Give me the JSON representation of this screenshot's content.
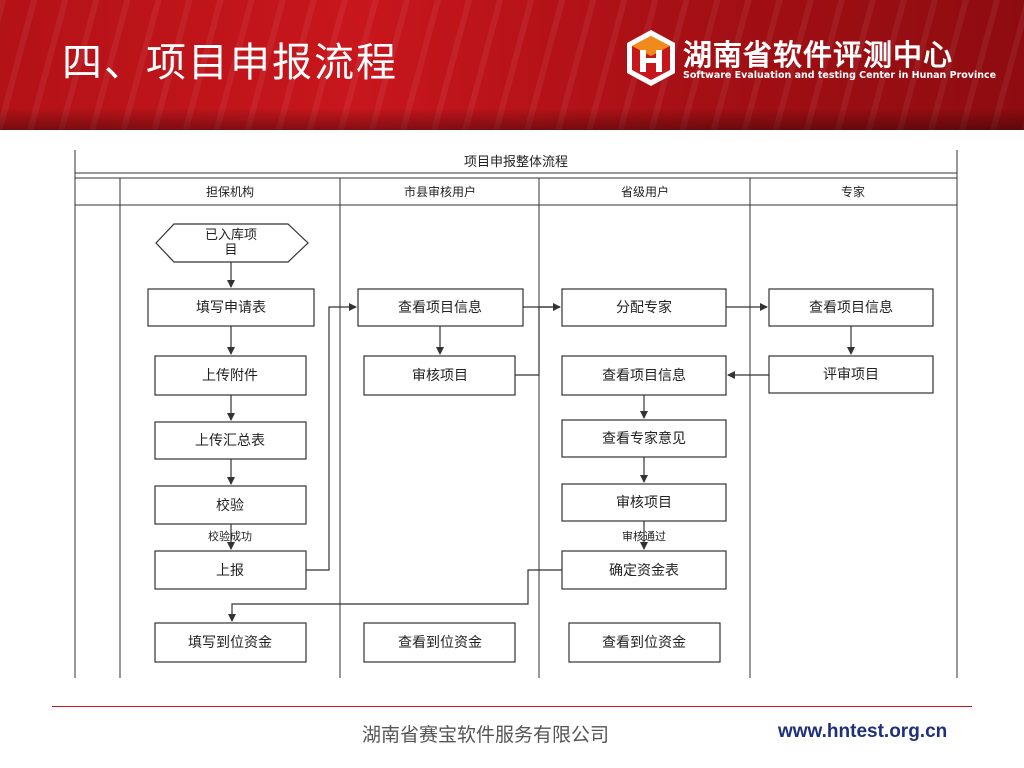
{
  "slide": {
    "title": "四、项目申报流程"
  },
  "logo": {
    "name_cn": "湖南省软件评测中心",
    "name_en": "Software Evaluation and testing Center in Hunan Province"
  },
  "diagram": {
    "title": "项目申报整体流程",
    "lanes": [
      "担保机构",
      "市县审核用户",
      "省级用户",
      "专家"
    ],
    "nodes": {
      "start": "已入库项目",
      "fill_form": "填写申请表",
      "upload_attach": "上传附件",
      "upload_summary": "上传汇总表",
      "verify": "校验",
      "report": "上报",
      "fill_funds": "填写到位资金",
      "city_view_info": "查看项目信息",
      "city_review": "审核项目",
      "city_view_funds": "查看到位资金",
      "prov_assign": "分配专家",
      "prov_view_info": "查看项目信息",
      "prov_view_opinion": "查看专家意见",
      "prov_review": "审核项目",
      "prov_confirm": "确定资金表",
      "prov_view_funds": "查看到位资金",
      "exp_view_info": "查看项目信息",
      "exp_review": "评审项目"
    },
    "labels": {
      "verify_ok": "校验成功",
      "review_pass": "审核通过"
    }
  },
  "footer": {
    "company": "湖南省赛宝软件服务有限公司",
    "url": "www.hntest.org.cn"
  }
}
